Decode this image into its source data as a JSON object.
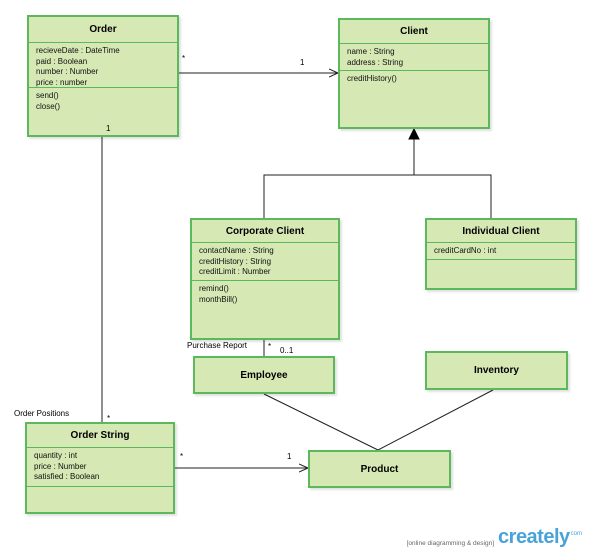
{
  "classes": {
    "order": {
      "name": "Order",
      "attributes": [
        "recieveDate : DateTime",
        "paid : Boolean",
        "number : Number",
        "price : number"
      ],
      "methods": [
        "send()",
        "close()"
      ]
    },
    "client": {
      "name": "Client",
      "attributes": [
        "name  : String",
        "address : String"
      ],
      "methods": [
        "creditHistory()"
      ]
    },
    "corporate_client": {
      "name": "Corporate Client",
      "attributes": [
        "contactName : String",
        "creditHistory : String",
        "creditLimit : Number"
      ],
      "methods": [
        "remind()",
        "monthBill()"
      ]
    },
    "individual_client": {
      "name": "Individual Client",
      "attributes": [
        "creditCardNo : int"
      ],
      "methods": []
    },
    "employee": {
      "name": "Employee"
    },
    "inventory": {
      "name": "Inventory"
    },
    "order_string": {
      "name": "Order String",
      "attributes": [
        "quantity : int",
        "price : Number",
        "satisfied : Boolean"
      ]
    },
    "product": {
      "name": "Product"
    }
  },
  "labels": {
    "order_client_many": "*",
    "order_client_one": "1",
    "order_orderstring_one": "1",
    "order_positions": "Order Positions",
    "order_orderstring_many": "*",
    "purchase_report": "Purchase Report",
    "corporate_employee_many": "*",
    "corporate_employee_opt": "0..1",
    "orderstring_product_many": "*",
    "orderstring_product_one": "1"
  },
  "footer": {
    "tagline": "[online diagramming & design]",
    "brand": "creately",
    "brand_sup": "com"
  },
  "colors": {
    "class_fill": "#d6e8b4",
    "class_border": "#5cb85c",
    "line": "#222222",
    "brand": "#4aa3d8"
  }
}
